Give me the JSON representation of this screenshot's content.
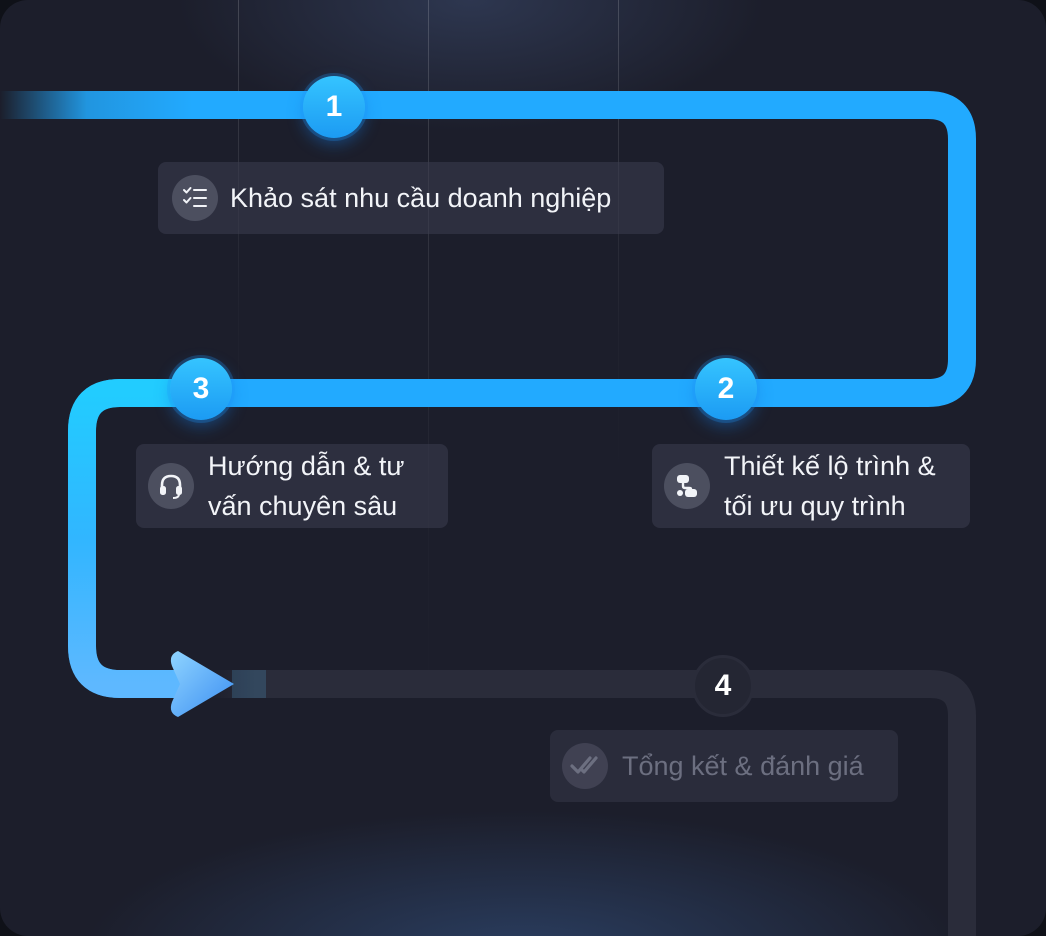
{
  "steps": [
    {
      "number": "1",
      "label": "Khảo sát nhu cầu doanh nghiệp",
      "icon": "checklist-icon",
      "state": "active"
    },
    {
      "number": "2",
      "label": "Thiết kế lộ trình &\ntối ưu quy trình",
      "icon": "roadmap-icon",
      "state": "active"
    },
    {
      "number": "3",
      "label": "Hướng dẫn & tư\nvấn chuyên sâu",
      "icon": "headset-icon",
      "state": "active"
    },
    {
      "number": "4",
      "label": "Tổng kết & đánh giá",
      "icon": "double-check-icon",
      "state": "inactive"
    }
  ],
  "colors": {
    "active": "#22aaff",
    "active_light": "#4fc0ff",
    "inactive": "#2a2c3a",
    "background": "#1c1e2b"
  }
}
